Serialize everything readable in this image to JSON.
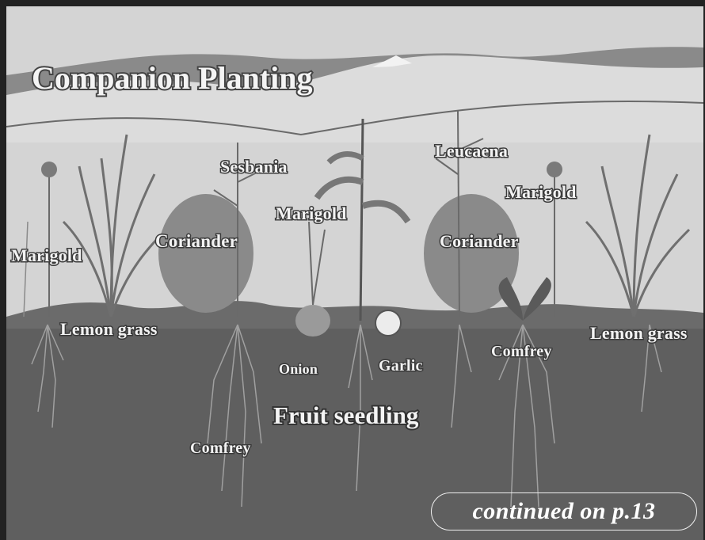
{
  "title": "Companion Planting",
  "labels": {
    "marigold_left": "Marigold",
    "lemon_grass_left": "Lemon grass",
    "coriander_left": "Coriander",
    "sesbania": "Sesbania",
    "marigold_center": "Marigold",
    "onion": "Onion",
    "garlic": "Garlic",
    "fruit_seedling": "Fruit seedling",
    "comfrey_left": "Comfrey",
    "leucaena": "Leucaena",
    "marigold_right": "Marigold",
    "coriander_right": "Coriander",
    "comfrey_right": "Comfrey",
    "lemon_grass_right": "Lemon grass"
  },
  "continued_note": "continued on p.13",
  "colors": {
    "sky": "#d2d2d2",
    "soil": "#5f5f5f",
    "foliage": "#7a7a7a",
    "roots": "#9a9a9a"
  }
}
